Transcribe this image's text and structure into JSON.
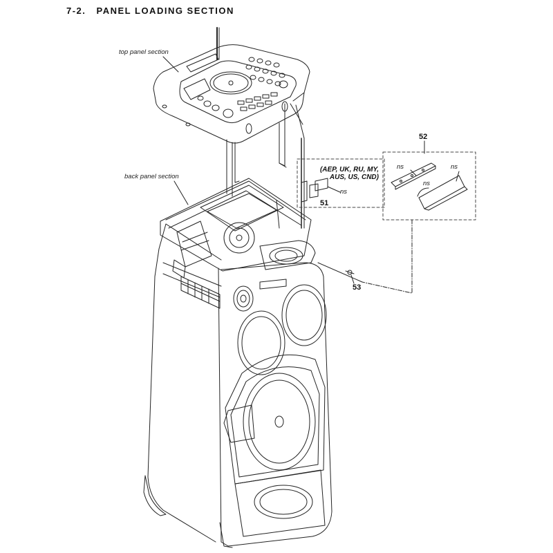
{
  "header": {
    "section_number": "7-2.",
    "section_title": "PANEL LOADING SECTION"
  },
  "callouts": {
    "top_panel": "top panel section",
    "back_panel": "back panel section"
  },
  "variant_note": {
    "line1": "(AEP, UK, RU, MY,",
    "line2": "AUS, US, CND)"
  },
  "not_supplied": "ns",
  "parts": {
    "p51": "51",
    "p52": "52",
    "p53": "53"
  },
  "colors": {
    "line": "#222222",
    "paper": "#ffffff",
    "dash": "#444444"
  }
}
